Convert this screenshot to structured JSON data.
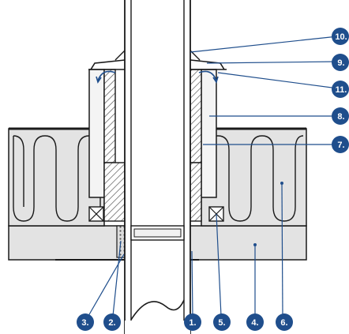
{
  "colors": {
    "accent": "#1f4e8c",
    "line": "#1a1a1a",
    "fill_grey": "#e3e3e3",
    "fill_light": "#f1f1f1",
    "hatch": "#555555",
    "white": "#ffffff"
  },
  "markers": {
    "m1": "1.",
    "m2": "2.",
    "m3": "3.",
    "m4": "4.",
    "m5": "5.",
    "m6": "6.",
    "m7": "7.",
    "m8": "8.",
    "m9": "9.",
    "m10": "10.",
    "m11": "11."
  }
}
